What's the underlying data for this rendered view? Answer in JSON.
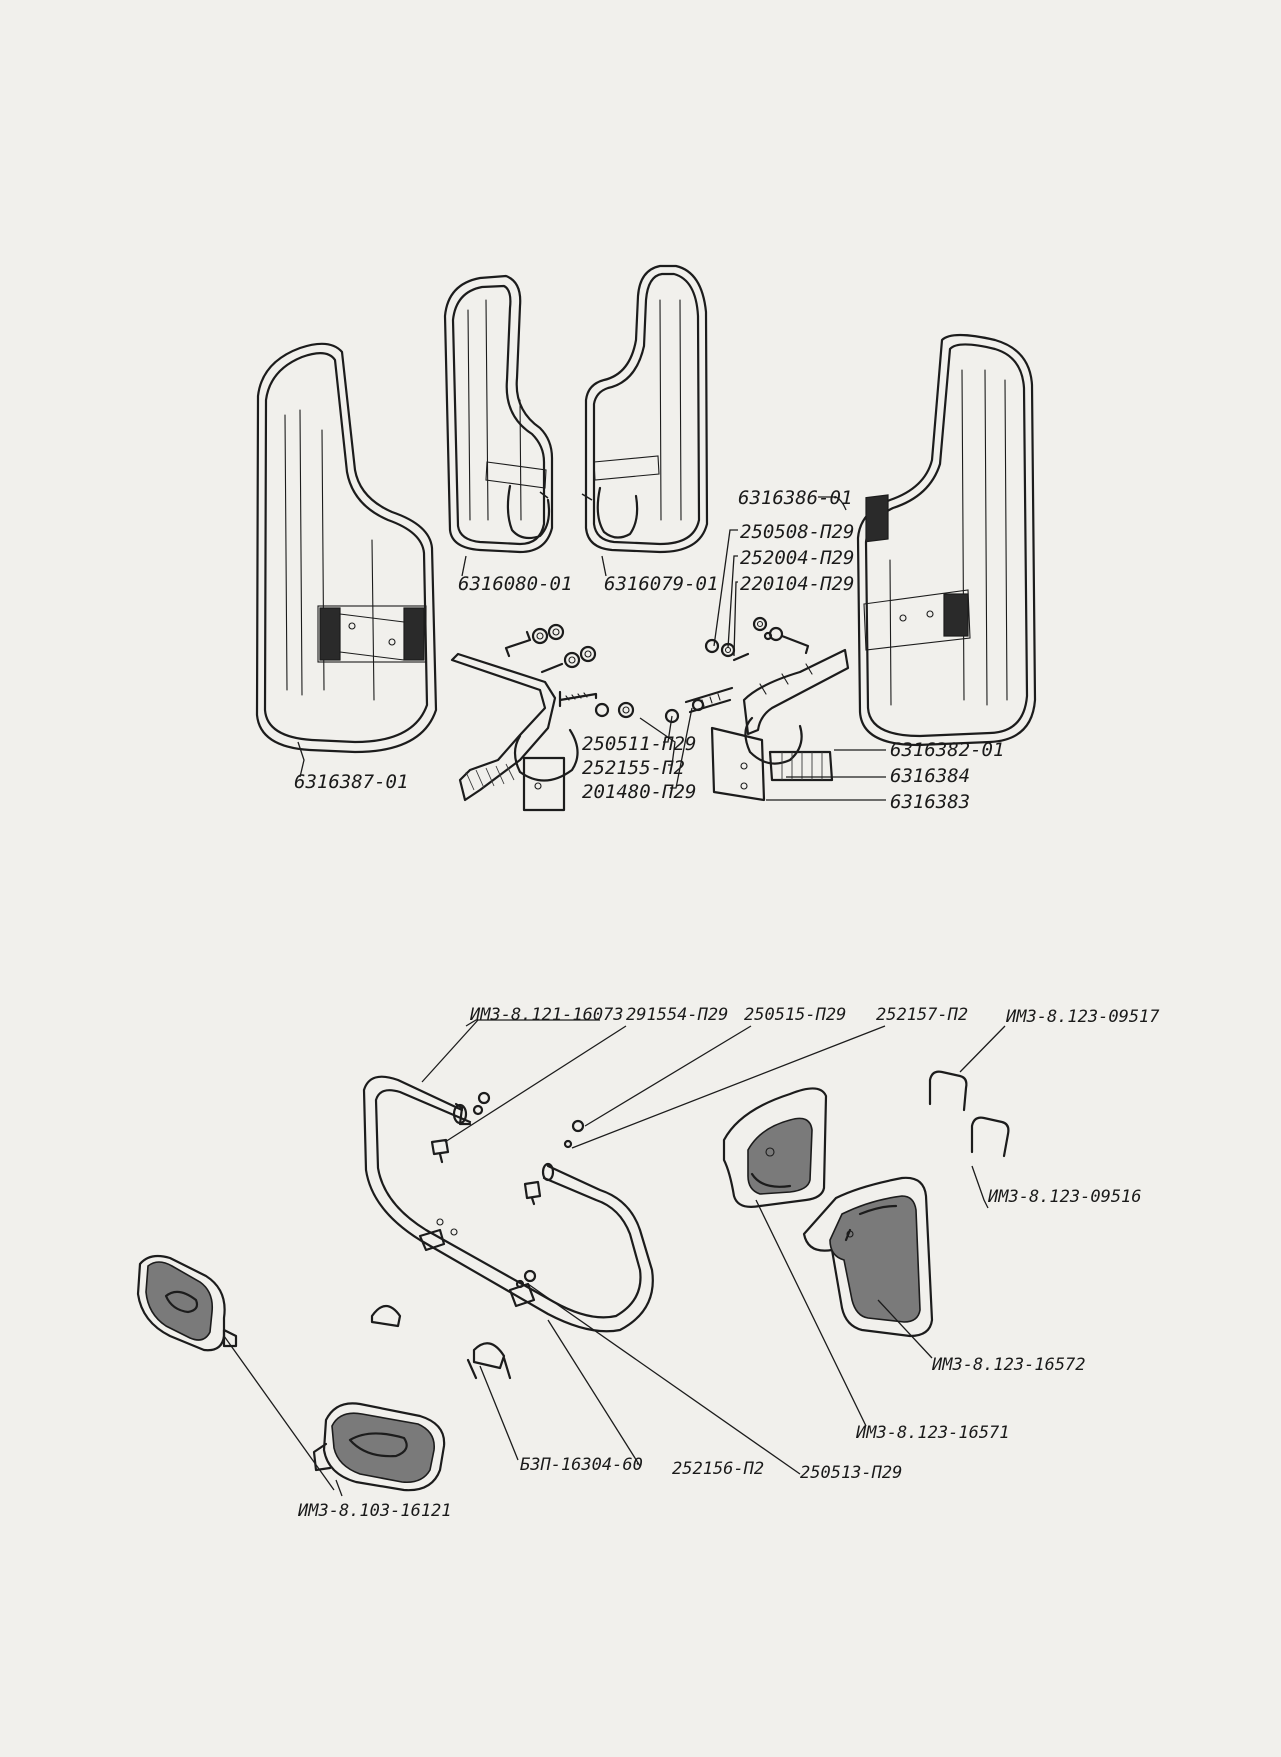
{
  "top_assembly": {
    "labels": {
      "shield_left_outer": "6316387-01",
      "shield_center_left": "6316080-01",
      "shield_center_right": "6316079-01",
      "shield_right_outer": "6316386-01",
      "nut_right_1": "250508-П29",
      "washer_right": "252004-П29",
      "bolt_right": "220104-П29",
      "nut_center": "250511-П29",
      "washer_center": "252155-П2",
      "bolt_center": "201480-П29",
      "bracket_upper": "6316382-01",
      "clamp": "6316384",
      "bracket_lower": "6316383"
    }
  },
  "bottom_assembly": {
    "labels": {
      "crash_bar": "ИМЗ-8.121-16073",
      "bolt": "291554-П29",
      "nut_upper": "250515-П29",
      "washer_upper": "252157-П2",
      "u_bolt_upper": "ИМЗ-8.123-09517",
      "u_bolt_lower": "ИМЗ-8.123-09516",
      "guard_plate_rear": "ИМЗ-8.123-16572",
      "guard_plate_front": "ИМЗ-8.123-16571",
      "footrest": "ИМЗ-8.103-16121",
      "u_clamp": "БЗП-16304-60",
      "washer_lower": "252156-П2",
      "nut_lower": "250513-П29"
    }
  }
}
